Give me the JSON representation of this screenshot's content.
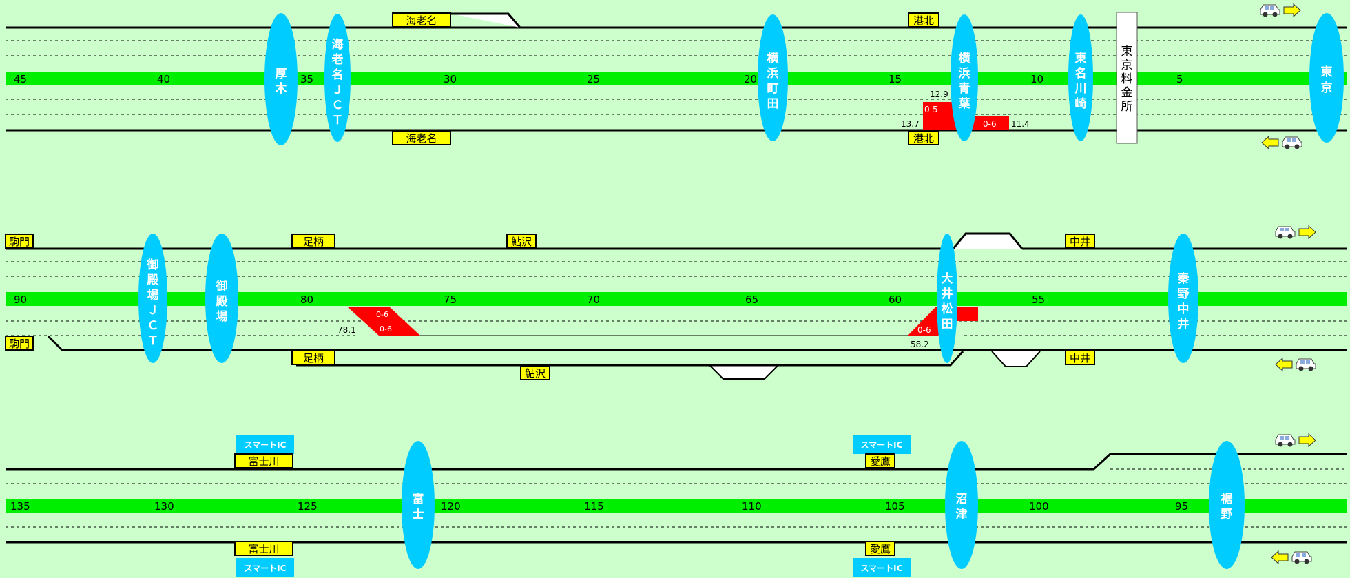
{
  "colors": {
    "background": "#ccffcc",
    "median": "#00ee00",
    "interchange": "#00ccff",
    "facility": "#ffff00",
    "smart_ic": "#00ccff",
    "congestion": "#ff0000"
  },
  "direction_icons": [
    "car-right-arrow-icon",
    "car-left-arrow-icon"
  ],
  "sections": [
    {
      "kp_labels": [
        "45",
        "40",
        "35",
        "30",
        "25",
        "20",
        "15",
        "10",
        "5"
      ],
      "interchanges": [
        {
          "name": "厚木",
          "chars": [
            "厚",
            "木"
          ]
        },
        {
          "name": "海老名ＪＣＴ",
          "chars": [
            "海",
            "老",
            "名",
            "Ｊ",
            "Ｃ",
            "Ｔ"
          ]
        },
        {
          "name": "横浜町田",
          "chars": [
            "横",
            "浜",
            "町",
            "田"
          ]
        },
        {
          "name": "横浜青葉",
          "chars": [
            "横",
            "浜",
            "青",
            "葉"
          ]
        },
        {
          "name": "東名川崎",
          "chars": [
            "東",
            "名",
            "川",
            "崎"
          ]
        },
        {
          "name": "東京",
          "chars": [
            "東",
            "京"
          ]
        }
      ],
      "tollgate": {
        "name": "東京料金所",
        "chars": [
          "東",
          "京",
          "料",
          "金",
          "所"
        ]
      },
      "facilities_up": [
        "海老名",
        "港北"
      ],
      "facilities_down": [
        "海老名",
        "港北"
      ],
      "smart_ic": [],
      "congestion": [
        {
          "label": "0-5",
          "from": "13.7",
          "to": "12.9"
        },
        {
          "label": "0-6",
          "from": "13.7",
          "to": "11.4"
        }
      ],
      "kp_markers": [
        "12.9",
        "13.7",
        "11.4"
      ]
    },
    {
      "kp_labels": [
        "90",
        "80",
        "75",
        "70",
        "65",
        "60",
        "55"
      ],
      "interchanges": [
        {
          "name": "御殿場ＪＣＴ",
          "chars": [
            "御",
            "殿",
            "場",
            "Ｊ",
            "Ｃ",
            "Ｔ"
          ]
        },
        {
          "name": "御殿場",
          "chars": [
            "御",
            "殿",
            "場"
          ]
        },
        {
          "name": "大井松田",
          "chars": [
            "大",
            "井",
            "松",
            "田"
          ]
        },
        {
          "name": "秦野中井",
          "chars": [
            "秦",
            "野",
            "中",
            "井"
          ]
        }
      ],
      "facilities_up": [
        "駒門",
        "足柄",
        "鮎沢",
        "中井"
      ],
      "facilities_down": [
        "駒門",
        "足柄",
        "鮎沢",
        "中井"
      ],
      "smart_ic": [],
      "congestion": [
        {
          "label": "0-6",
          "from": "78.1",
          "to": "76"
        },
        {
          "label": "0-6",
          "from": "78.1",
          "to": "76"
        },
        {
          "label": "0-6",
          "from": "58.2",
          "to": "57"
        }
      ],
      "kp_markers": [
        "78.1",
        "58.2"
      ]
    },
    {
      "kp_labels": [
        "135",
        "130",
        "125",
        "120",
        "115",
        "110",
        "105",
        "100",
        "95"
      ],
      "interchanges": [
        {
          "name": "富士",
          "chars": [
            "富",
            "士"
          ]
        },
        {
          "name": "沼津",
          "chars": [
            "沼",
            "津"
          ]
        },
        {
          "name": "裾野",
          "chars": [
            "裾",
            "野"
          ]
        }
      ],
      "facilities_up": [
        "富士川",
        "愛鷹"
      ],
      "facilities_down": [
        "富士川",
        "愛鷹"
      ],
      "smart_ic": [
        "スマートIC"
      ],
      "congestion": [],
      "kp_markers": []
    }
  ]
}
